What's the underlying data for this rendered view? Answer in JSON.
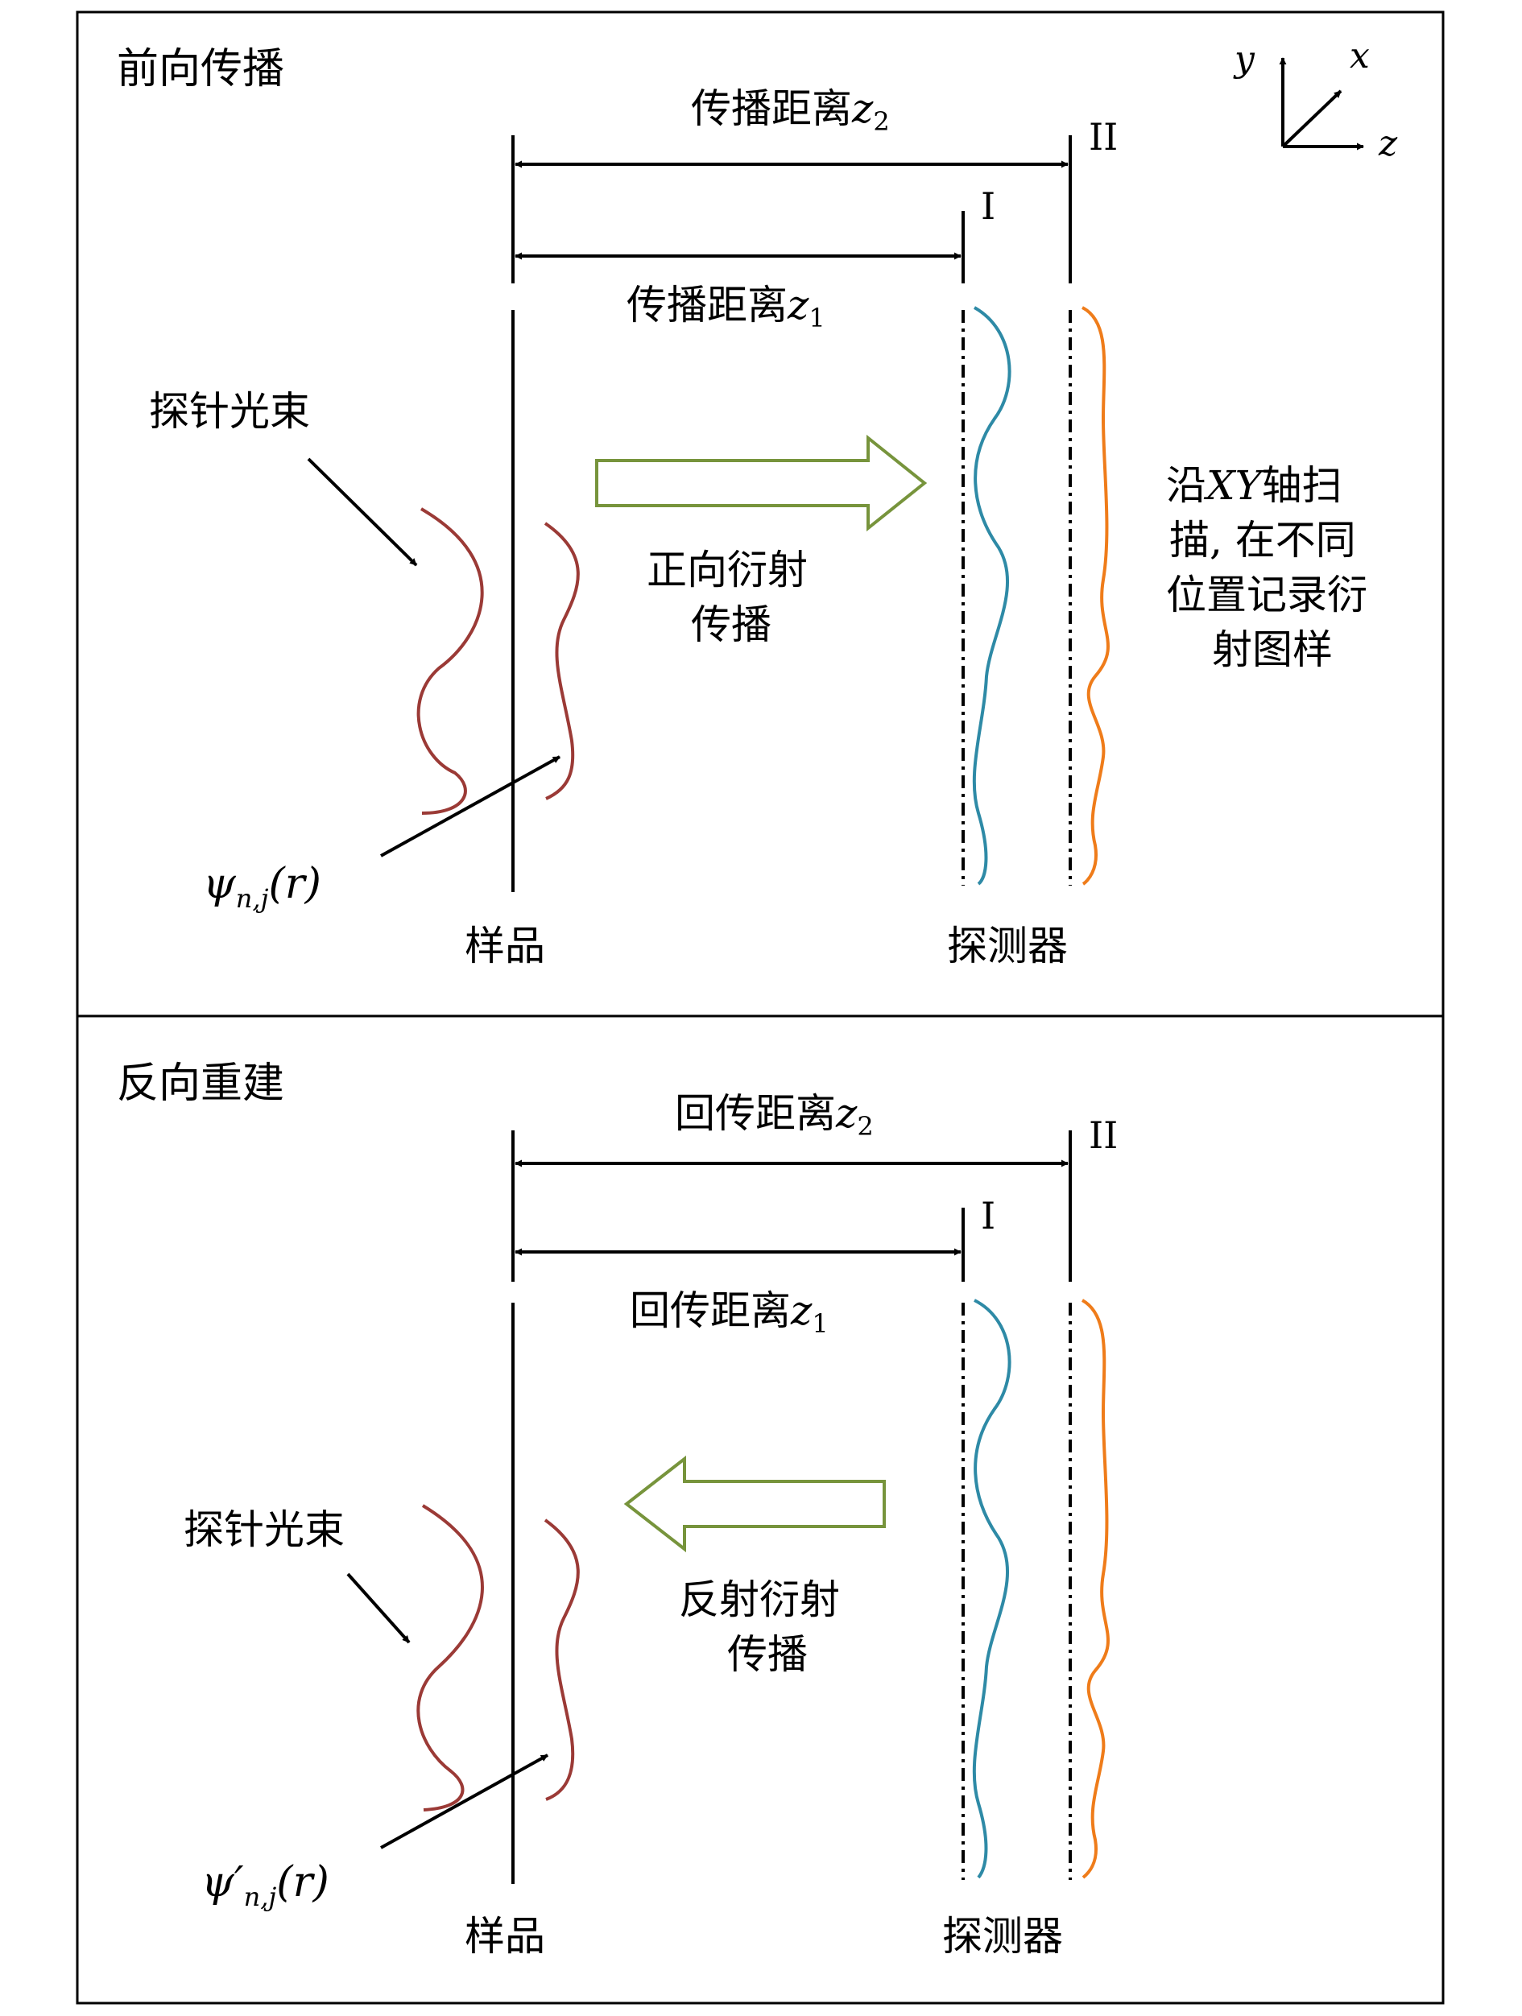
{
  "colors": {
    "frame": "#000000",
    "probe_wave": "#9b3a36",
    "detector_wave_I": "#2e8aa6",
    "detector_wave_II": "#ef7c1a",
    "big_arrow": "#77943c"
  },
  "axes": {
    "y": "y",
    "x": "x",
    "z": "z"
  },
  "forward": {
    "title": "前向传播",
    "dist2_text": "传播距离",
    "dist2_var": "z",
    "dist2_sub": "2",
    "dist1_text": "传播距离",
    "dist1_var": "z",
    "dist1_sub": "1",
    "plane_I": "I",
    "plane_II": "II",
    "probe_label": "探针光束",
    "arrow_label_1": "正向衍射",
    "arrow_label_2": "传播",
    "psi_sym": "ψ",
    "psi_sub": "n,j",
    "psi_arg": "(r)",
    "sample_label": "样品",
    "detector_label": "探测器",
    "scan_1a": "沿",
    "scan_1b": "XY",
    "scan_1c": "轴扫",
    "scan_2": "描, 在不同",
    "scan_3": "位置记录衍",
    "scan_4": "射图样"
  },
  "backward": {
    "title": "反向重建",
    "dist2_text": "回传距离",
    "dist2_var": "z",
    "dist2_sub": "2",
    "dist1_text": "回传距离",
    "dist1_var": "z",
    "dist1_sub": "1",
    "plane_I": "I",
    "plane_II": "II",
    "probe_label": "探针光束",
    "arrow_label_1": "反射衍射",
    "arrow_label_2": "传播",
    "psi_sym": "ψ′",
    "psi_sub": "n,j",
    "psi_arg": "(r)",
    "sample_label": "样品",
    "detector_label": "探测器"
  }
}
